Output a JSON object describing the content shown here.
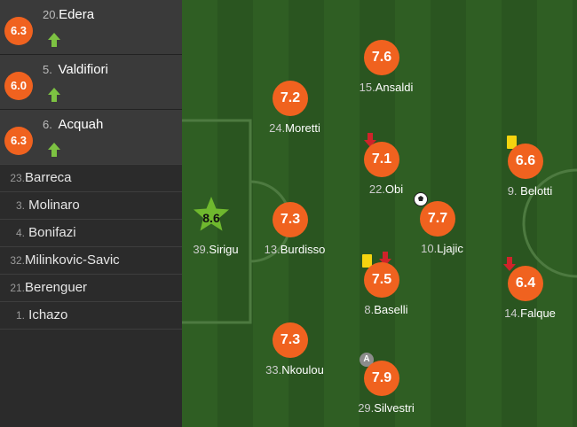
{
  "substitutes": [
    {
      "number": "20.",
      "name": "Edera",
      "rating": "6.3",
      "icon": "sub-in-arrow-icon"
    },
    {
      "number": "5.",
      "name": "Valdifiori",
      "rating": "6.0",
      "icon": "sub-in-arrow-icon"
    },
    {
      "number": "6.",
      "name": "Acquah",
      "rating": "6.3",
      "icon": "sub-in-arrow-icon"
    }
  ],
  "bench": [
    {
      "number": "23.",
      "name": "Barreca"
    },
    {
      "number": "3.",
      "name": "Molinaro"
    },
    {
      "number": "4.",
      "name": "Bonifazi"
    },
    {
      "number": "32.",
      "name": "Milinkovic-Savic"
    },
    {
      "number": "21.",
      "name": "Berenguer"
    },
    {
      "number": "1.",
      "name": "Ichazo"
    }
  ],
  "players": [
    {
      "id": "sirigu",
      "number": "39.",
      "name": "Sirigu",
      "rating": "8.6",
      "star": true
    },
    {
      "id": "moretti",
      "number": "24.",
      "name": "Moretti",
      "rating": "7.2"
    },
    {
      "id": "burdisso",
      "number": "13.",
      "name": "Burdisso",
      "rating": "7.3"
    },
    {
      "id": "nkoulou",
      "number": "33.",
      "name": "Nkoulou",
      "rating": "7.3"
    },
    {
      "id": "ansaldi",
      "number": "15.",
      "name": "Ansaldi",
      "rating": "7.6"
    },
    {
      "id": "obi",
      "number": "22.",
      "name": "Obi",
      "rating": "7.1",
      "icons": [
        "sub-out-arrow-icon"
      ]
    },
    {
      "id": "baselli",
      "number": "8.",
      "name": "Baselli",
      "rating": "7.5",
      "icons": [
        "yellow-card-icon",
        "sub-out-arrow-icon"
      ]
    },
    {
      "id": "silvestri",
      "number": "29.",
      "name": "Silvestri",
      "rating": "7.9",
      "icons": [
        "assist-icon"
      ]
    },
    {
      "id": "ljajic",
      "number": "10.",
      "name": "Ljajic",
      "rating": "7.7",
      "icons": [
        "goal-ball-icon"
      ]
    },
    {
      "id": "belotti",
      "number": "9.",
      "name": "Belotti",
      "rating": "6.6",
      "icons": [
        "yellow-card-icon"
      ]
    },
    {
      "id": "falque",
      "number": "14.",
      "name": "Falque",
      "rating": "6.4",
      "icons": [
        "sub-out-arrow-icon"
      ]
    }
  ],
  "assist_letter": "A",
  "colors": {
    "rating_badge": "#f0621f",
    "star": "#6fb82e",
    "sub_in": "#7dc242",
    "sub_out": "#d0232a",
    "yellow_card": "#f5d40f"
  }
}
